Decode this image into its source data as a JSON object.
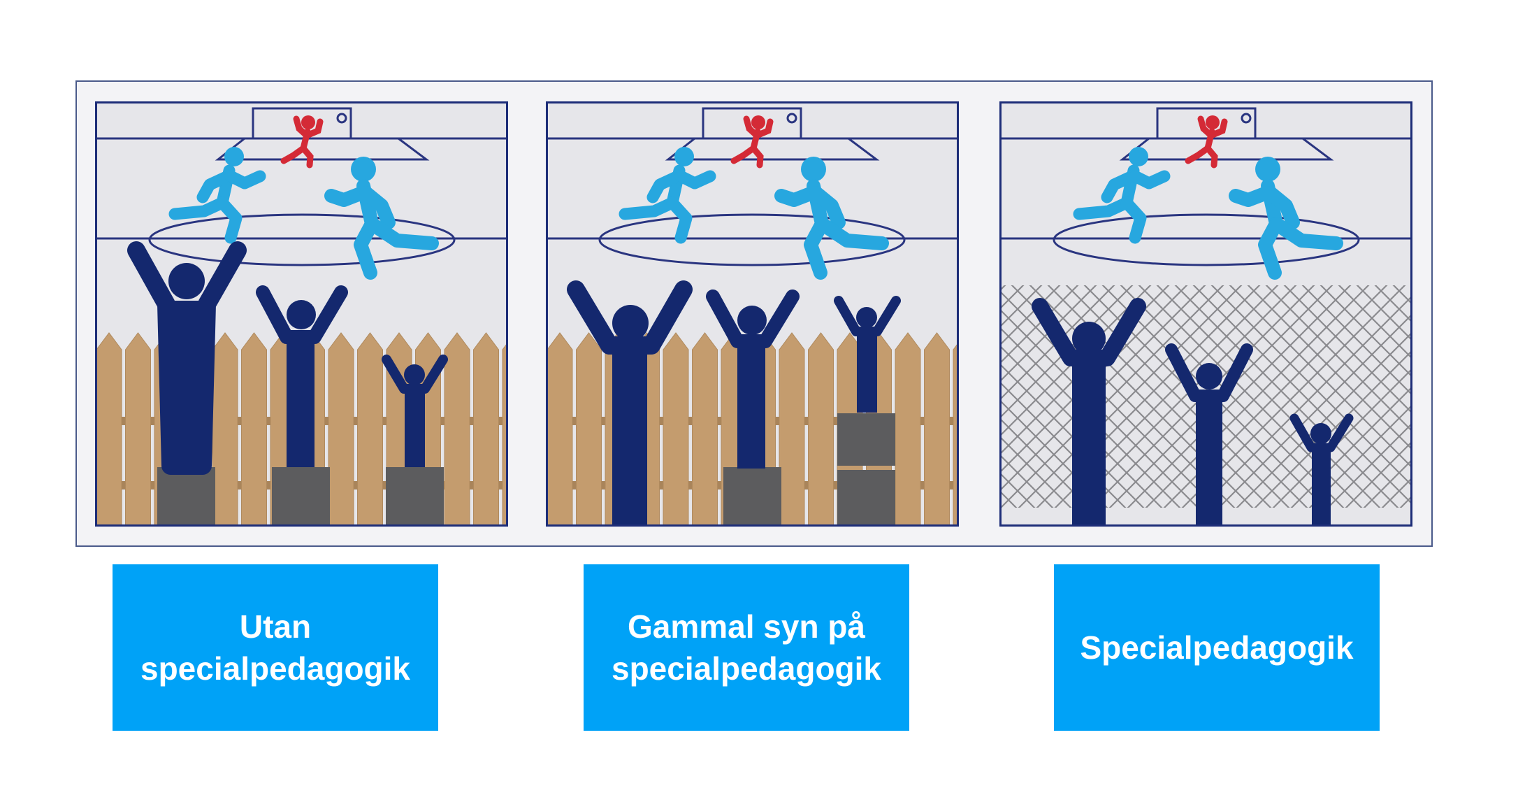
{
  "colors": {
    "background": "#ffffff",
    "frame_bg": "#f3f3f6",
    "panel_bg": "#e6e6ea",
    "navy": "#14286e",
    "player_blue": "#27a7df",
    "player_red": "#d42a36",
    "fence_wood": "#c49c6e",
    "crate_gray": "#5c5c5e",
    "caption_bg": "#00a2f7",
    "caption_text": "#ffffff"
  },
  "panels": [
    {
      "name": "panel-utan",
      "fence": "wood"
    },
    {
      "name": "panel-gammal",
      "fence": "wood"
    },
    {
      "name": "panel-special",
      "fence": "mesh"
    }
  ],
  "captions": [
    {
      "lines": [
        "Utan",
        "specialpedagogik"
      ]
    },
    {
      "lines": [
        "Gammal syn på",
        "specialpedagogik"
      ]
    },
    {
      "lines": [
        "Specialpedagogik"
      ]
    }
  ]
}
